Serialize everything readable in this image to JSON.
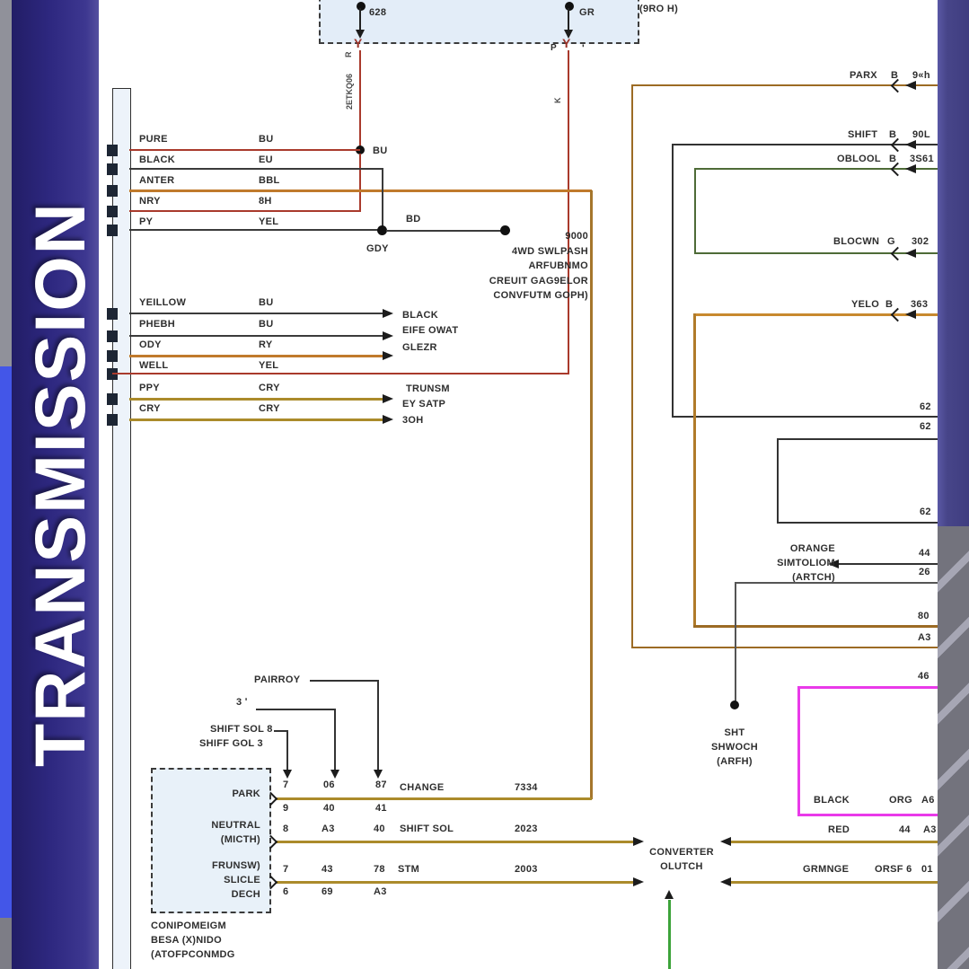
{
  "banner": {
    "title": "TRANSMISSION"
  },
  "topBox": {
    "pin628": "628",
    "pinGR": "GR",
    "note": "(9RO H)",
    "vertLabel": "2ETKQ06",
    "rotR": "R",
    "rotP": "P",
    "tick": "'",
    "rotK": "K"
  },
  "junctions": {
    "bu": "BU",
    "gdy": "GDY",
    "bd": "BD"
  },
  "switchBlock": {
    "l1": "9000",
    "l2": "4WD SWLPASH",
    "l3": "ARFUBNMO",
    "l4": "CREUIT GAG9ELOR",
    "l5": "CONVFUTM GOPH)"
  },
  "group1": {
    "rows": [
      {
        "name": "PURE",
        "code": "BU"
      },
      {
        "name": "BLACK",
        "code": "EU"
      },
      {
        "name": "ANTER",
        "code": "BBL"
      },
      {
        "name": "NRY",
        "code": "8H"
      },
      {
        "name": "PY",
        "code": "YEL"
      }
    ]
  },
  "group2": {
    "rows": [
      {
        "name": "YEILLOW",
        "code": "BU"
      },
      {
        "name": "PHEBH",
        "code": "BU"
      },
      {
        "name": "ODY",
        "code": "RY"
      },
      {
        "name": "WELL",
        "code": "YEL"
      },
      {
        "name": "PPY",
        "code": "CRY"
      },
      {
        "name": "CRY",
        "code": "CRY"
      }
    ],
    "dest1": {
      "l1": "BLACK",
      "l2": "EIFE OWAT",
      "l3": "GLEZR"
    },
    "dest2": {
      "l1": "TRUNSM",
      "l2": "EY SATP",
      "l3": "3OH"
    }
  },
  "right": {
    "rows": [
      {
        "name": "PARX",
        "code": "B",
        "pin": "9«h"
      },
      {
        "name": "SHIFT",
        "code": "B",
        "pin": "90L"
      },
      {
        "name": "OBLOOL",
        "code": "B",
        "pin": "3S61"
      },
      {
        "name": "BLOCWN",
        "code": "G",
        "pin": "302"
      },
      {
        "name": "YELO",
        "code": "B",
        "pin": "363"
      }
    ],
    "pins": {
      "p62a": "62",
      "p62b": "62",
      "p62c": "62",
      "p44": "44",
      "p26": "26",
      "p80": "80",
      "pA3": "A3",
      "p46": "46"
    },
    "orangeSwitch": {
      "l1": "ORANGE",
      "l2": "SIMTOLIOM",
      "l3": "(ARTCH)"
    },
    "shtSwitch": {
      "l1": "SHT",
      "l2": "SHWOCH",
      "l3": "(ARFH)"
    },
    "magenta": {
      "black": "BLACK",
      "org": "ORG",
      "pin": "A6"
    },
    "red": {
      "name": "RED",
      "v1": "44",
      "v2": "A3"
    },
    "grange": {
      "name": "GRMNGE",
      "v1": "ORSF 6",
      "v2": "01"
    }
  },
  "converter": {
    "l1": "CONVERTER",
    "l2": "OLUTCH"
  },
  "solWires": {
    "change": {
      "label": "CHANGE",
      "circuit": "7334"
    },
    "shiftSol": {
      "label": "SHIFT SOL",
      "circuit": "2023"
    },
    "stm": {
      "label": "STM",
      "circuit": "2003"
    }
  },
  "solHeads": {
    "l1": "PAIRROY",
    "l2": "3 ʹ",
    "l3": "SHIFT SOL 8",
    "l4": "SHIFF GOL 3"
  },
  "component": {
    "park": "PARK",
    "neutral": "NEUTRAL",
    "neutralSub": "(MICTH)",
    "f1": "FRUNSW)",
    "f2": "SLICLE",
    "f3": "DECH"
  },
  "pinTable": {
    "r1": [
      "7",
      "06",
      "87"
    ],
    "r2": [
      "9",
      "40",
      "41"
    ],
    "r3": [
      "8",
      "A3",
      "40"
    ],
    "r4": [
      "7",
      "43",
      "78"
    ],
    "r5": [
      "6",
      "69",
      "A3"
    ]
  },
  "footer": {
    "l1": "CONIPOMEIGM",
    "l2": "BESA (X)NIDO",
    "l3": "(ATOFPCONMDG"
  },
  "colors": {
    "red": "#a93a2c",
    "black": "#3b3b3b",
    "orange": "#c07a2c",
    "gold": "#ab8b2b",
    "green": "#4e6b37",
    "brightGreen": "#3da33a",
    "magenta": "#e93ae9",
    "gray": "#555"
  }
}
